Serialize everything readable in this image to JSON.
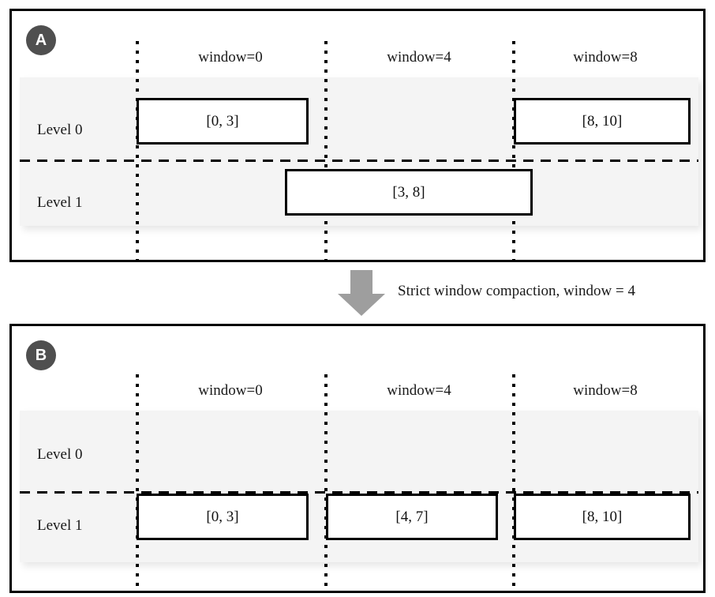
{
  "figure": {
    "type": "diagram",
    "title_text": "",
    "colors": {
      "badge_fill": "#4f4f4f",
      "badge_text": "#ffffff",
      "band_fill": "#f4f4f4",
      "line": "#000000",
      "arrow_fill": "#9e9e9e",
      "panel_bg": "#ffffff"
    }
  },
  "transition": {
    "arrow_icon": "arrow-down-icon",
    "caption": "Strict window compaction, window = 4"
  },
  "panels": [
    {
      "id": "A",
      "badge": "A",
      "columns": [
        {
          "label": "window=0"
        },
        {
          "label": "window=4"
        },
        {
          "label": "window=8"
        }
      ],
      "rows": [
        {
          "label": "Level 0"
        },
        {
          "label": "Level 1"
        }
      ],
      "boxes": [
        {
          "label": "[0, 3]",
          "row": "Level 0",
          "start": 0,
          "end": 3
        },
        {
          "label": "[8, 10]",
          "row": "Level 0",
          "start": 8,
          "end": 10
        },
        {
          "label": "[3, 8]",
          "row": "Level 1",
          "start": 3,
          "end": 8
        }
      ]
    },
    {
      "id": "B",
      "badge": "B",
      "columns": [
        {
          "label": "window=0"
        },
        {
          "label": "window=4"
        },
        {
          "label": "window=8"
        }
      ],
      "rows": [
        {
          "label": "Level 0"
        },
        {
          "label": "Level 1"
        }
      ],
      "boxes": [
        {
          "label": "[0, 3]",
          "row": "Level 1",
          "start": 0,
          "end": 3
        },
        {
          "label": "[4, 7]",
          "row": "Level 1",
          "start": 4,
          "end": 7
        },
        {
          "label": "[8, 10]",
          "row": "Level 1",
          "start": 8,
          "end": 10
        }
      ]
    }
  ]
}
